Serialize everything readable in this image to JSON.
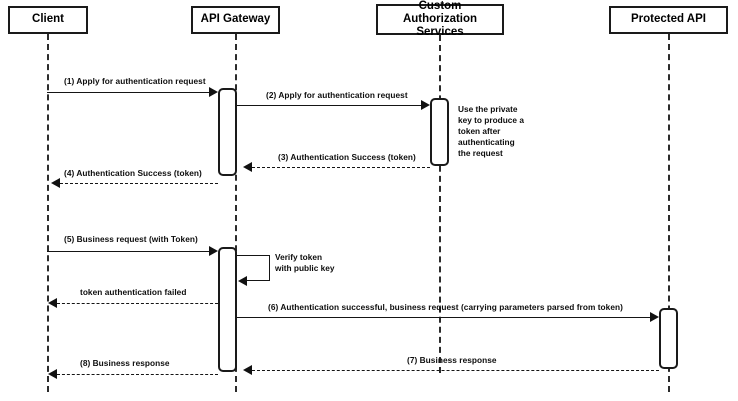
{
  "diagram": {
    "type": "uml-sequence-diagram",
    "title": "API Gateway token authentication sequence",
    "background_color": "#ffffff",
    "line_color": "#151515"
  },
  "participants": [
    {
      "id": "client",
      "label": "Client"
    },
    {
      "id": "api_gateway",
      "label": "API Gateway"
    },
    {
      "id": "custom_auth",
      "label": "Custom Authorization Services"
    },
    {
      "id": "protected_api",
      "label": "Protected API"
    }
  ],
  "messages": [
    {
      "number": "1",
      "label": "(1) Apply for authentication request",
      "from": "client",
      "to": "api_gateway",
      "style": "solid",
      "direction": "right"
    },
    {
      "number": "2",
      "label": "(2) Apply for authentication request",
      "from": "api_gateway",
      "to": "custom_auth",
      "style": "solid",
      "direction": "right"
    },
    {
      "number": "3",
      "label": "(3) Authentication Success (token)",
      "from": "custom_auth",
      "to": "api_gateway",
      "style": "dashed",
      "direction": "left"
    },
    {
      "number": "4",
      "label": "(4) Authentication Success (token)",
      "from": "api_gateway",
      "to": "client",
      "style": "dashed",
      "direction": "left"
    },
    {
      "number": "5",
      "label": "(5) Business request (with Token)",
      "from": "client",
      "to": "api_gateway",
      "style": "solid",
      "direction": "right"
    },
    {
      "number": "",
      "label": "token authentication failed",
      "from": "api_gateway",
      "to": "client",
      "style": "dashed",
      "direction": "left"
    },
    {
      "number": "6",
      "label": "(6) Authentication successful, business request (carrying parameters parsed from token)",
      "from": "api_gateway",
      "to": "protected_api",
      "style": "solid",
      "direction": "right"
    },
    {
      "number": "7",
      "label": "(7) Business response",
      "from": "protected_api",
      "to": "api_gateway",
      "style": "dashed",
      "direction": "left"
    },
    {
      "number": "8",
      "label": "(8) Business response",
      "from": "api_gateway",
      "to": "client",
      "style": "dashed",
      "direction": "left"
    }
  ],
  "self_messages": [
    {
      "label": "Verify token with public key",
      "on": "api_gateway",
      "style": "solid"
    }
  ],
  "notes": [
    {
      "label": "Use the private key to produce a token after authenticating the request",
      "attached_to": "custom_auth"
    }
  ]
}
